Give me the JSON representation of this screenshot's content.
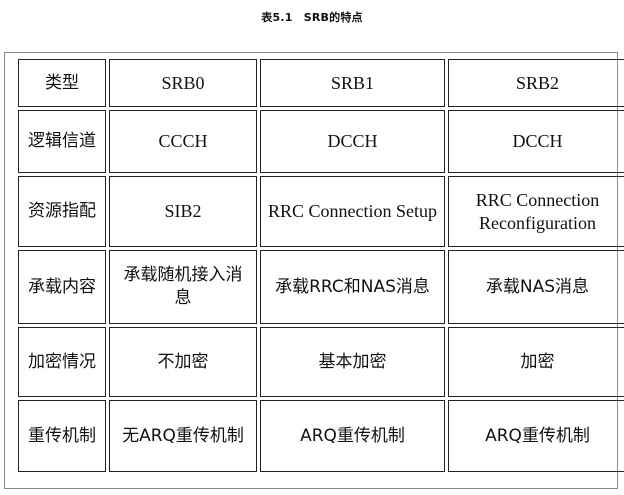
{
  "caption": "表5.1　SRB的特点",
  "table": {
    "header": [
      "类型",
      "SRB0",
      "SRB1",
      "SRB2"
    ],
    "rows": [
      [
        "逻辑信道",
        "CCCH",
        "DCCH",
        "DCCH"
      ],
      [
        "资源指配",
        "SIB2",
        "RRC Connection Setup",
        "RRC Connection Reconfiguration"
      ],
      [
        "承载内容",
        "承载随机接入消息",
        "承载RRC和NAS消息",
        "承载NAS消息"
      ],
      [
        "加密情况",
        "不加密",
        "基本加密",
        "加密"
      ],
      [
        "重传机制",
        "无ARQ重传机制",
        "ARQ重传机制",
        "ARQ重传机制"
      ]
    ]
  }
}
